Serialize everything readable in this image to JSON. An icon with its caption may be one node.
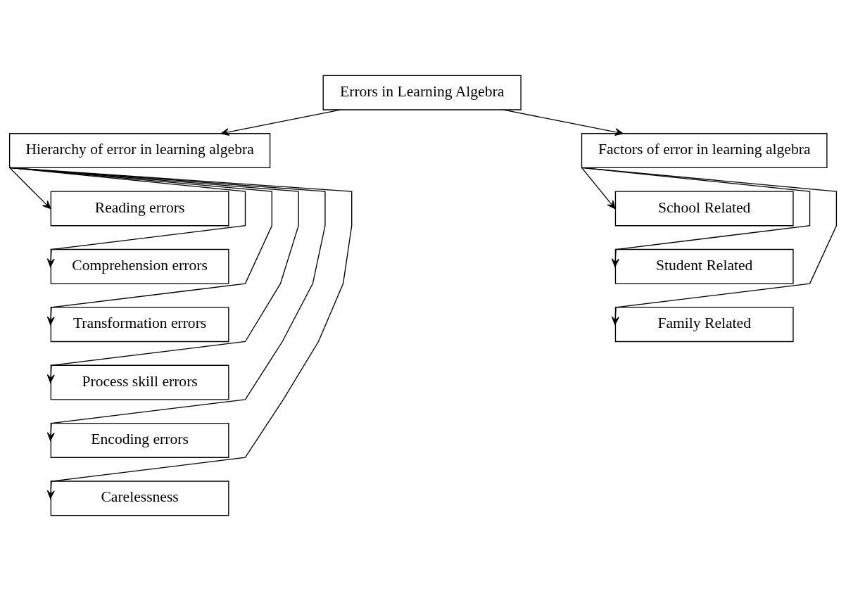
{
  "diagram": {
    "nodes": [
      {
        "text": [
          "Errors in Learning Algebra"
        ]
      },
      {
        "text": [
          "Hierarchy of error in learning algebra"
        ]
      },
      {
        "text": [
          "Factors of error in learning algebra"
        ]
      },
      {
        "text": [
          "Reading errors"
        ]
      },
      {
        "text": [
          "Comprehension errors"
        ]
      },
      {
        "text": [
          "Transformation errors"
        ]
      },
      {
        "text": [
          "Process skill errors"
        ]
      },
      {
        "text": [
          "Encoding errors"
        ]
      },
      {
        "text": [
          "Carelessness"
        ]
      },
      {
        "text": [
          "School Related"
        ]
      },
      {
        "text": [
          "Student Related"
        ]
      },
      {
        "text": [
          "Family Related"
        ]
      }
    ],
    "edges": [
      {
        "from": 0,
        "to": 1,
        "arrow": "to"
      },
      {
        "from": 0,
        "to": 2,
        "arrow": "to"
      },
      {
        "from": 1,
        "to": 3,
        "arrow": "to"
      },
      {
        "from": 1,
        "to": 4,
        "arrow": "to"
      },
      {
        "from": 1,
        "to": 5,
        "arrow": "to"
      },
      {
        "from": 1,
        "to": 6,
        "arrow": "to"
      },
      {
        "from": 1,
        "to": 7,
        "arrow": "to"
      },
      {
        "from": 1,
        "to": 8,
        "arrow": "to"
      },
      {
        "from": 2,
        "to": 9,
        "arrow": "to"
      },
      {
        "from": 2,
        "to": 10,
        "arrow": "to"
      },
      {
        "from": 2,
        "to": 11,
        "arrow": "to"
      }
    ]
  }
}
